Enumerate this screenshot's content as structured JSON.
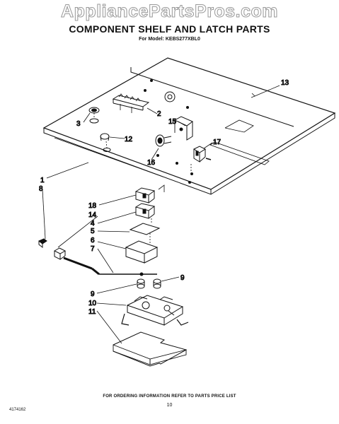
{
  "watermark": "AppliancePartsPros.com",
  "title": "COMPONENT SHELF AND LATCH PARTS",
  "subtitle": "For Model: KEBS277XBL0",
  "callouts": [
    "13",
    "2",
    "3",
    "15",
    "12",
    "16",
    "17",
    "1",
    "8",
    "18",
    "14",
    "4",
    "5",
    "6",
    "7",
    "9",
    "9",
    "10",
    "11"
  ],
  "footer_note": "FOR ORDERING INFORMATION REFER TO PARTS PRICE LIST",
  "page_number": "10",
  "document_id": "4174162"
}
